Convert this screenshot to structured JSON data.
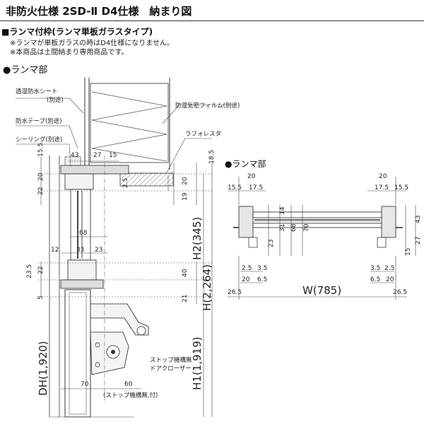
{
  "header": {
    "title": "非防火仕様 2SD-Ⅱ D4仕様　納まり図"
  },
  "section": {
    "title": "■ランマ付枠(ランマ単板ガラスタイプ)",
    "note1": "※ランマが単板ガラスの時はD4仕様になりません。",
    "note2": "※本商品は土間納まり専用商品です。",
    "detail_title": "●ランマ部"
  },
  "left_labels": {
    "sheet": "透湿防水シート",
    "sheet_sub": "(別途)",
    "tape": "防水テープ(別途)",
    "sealing": "シーリング(別途)",
    "film": "防湿気密フィルム(別途)",
    "lath": "ラフォレスタ",
    "stop": "ストップ機構無",
    "closer": "ドアクローザー",
    "stop_bottom": "(ストップ機構無,付)"
  },
  "left_dims": {
    "d15_5": "15.5",
    "d43": "43",
    "d27": "27",
    "d15": "15",
    "d18_5": "18.5",
    "d22": "22",
    "d20a": "20",
    "d2_5": "2.5",
    "d19": "19",
    "d20b": "20",
    "d68": "68",
    "d12": "12",
    "d33": "33",
    "d23": "23",
    "d23_5": "23.5",
    "d22b": "22",
    "d40": "40",
    "d5": "5",
    "d21": "21",
    "d70": "70",
    "d60": "60",
    "h2": "H2(345)",
    "h": "H(2,264)",
    "h1": "H1(1,919)",
    "dh": "DH(1,920)"
  },
  "right_title": "●ランマ部",
  "right_dims": {
    "t20a": "20",
    "t15_5a": "15.5",
    "t17_5a": "17.5",
    "t20b": "20",
    "t17_5b": "17.5",
    "t15_5b": "15.5",
    "r14": "14",
    "r31": "31",
    "r68": "68",
    "r70": "70",
    "r23": "23",
    "r43": "43",
    "r27": "27",
    "r15": "15",
    "b2_5a": "2.5",
    "b3_5a": "3.5",
    "b20a": "20",
    "b6_5a": "6.5",
    "b3_5b": "3.5",
    "b2_5b": "2.5",
    "b6_5b": "6.5",
    "b20b": "20",
    "w26_5a": "26.5",
    "w": "W(785)",
    "w26_5b": "26.5"
  }
}
